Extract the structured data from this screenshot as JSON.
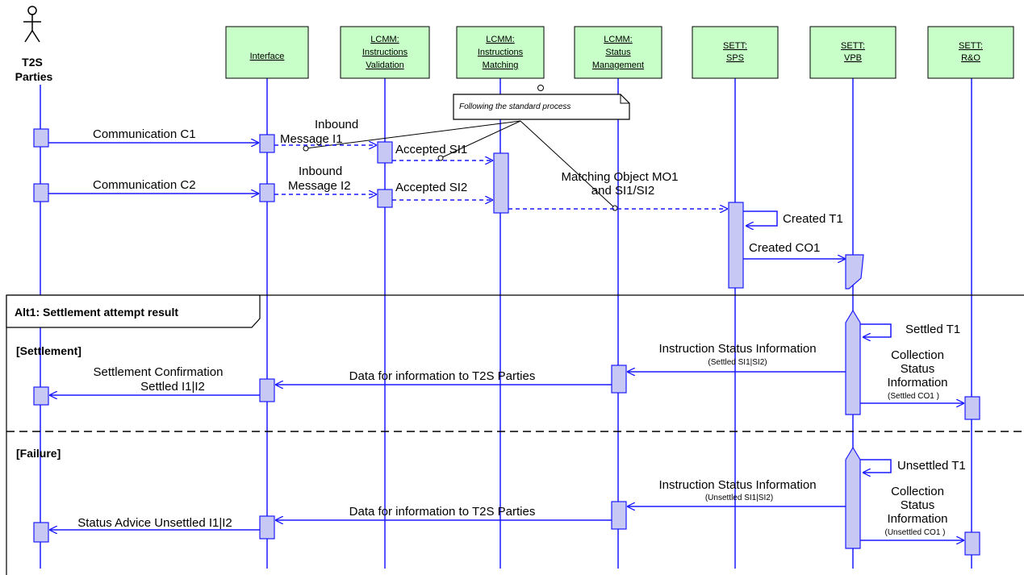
{
  "actor": {
    "line1": "T2S",
    "line2": "Parties"
  },
  "participants": [
    {
      "lines": [
        "Interface"
      ]
    },
    {
      "lines": [
        "LCMM:",
        "Instructions",
        "Validation"
      ]
    },
    {
      "lines": [
        "LCMM:",
        "Instructions",
        "Matching"
      ]
    },
    {
      "lines": [
        "LCMM:",
        "Status",
        "Management"
      ]
    },
    {
      "lines": [
        "SETT:",
        "SPS"
      ]
    },
    {
      "lines": [
        "SETT:",
        "VPB"
      ]
    },
    {
      "lines": [
        "SETT:",
        "R&O"
      ]
    }
  ],
  "note": "Following the standard process",
  "messages": {
    "c1": "Communication C1",
    "c2": "Communication C2",
    "inbound1": [
      "Inbound",
      "Message I1"
    ],
    "inbound2": [
      "Inbound",
      "Message I2"
    ],
    "accepted1": "Accepted SI1",
    "accepted2": "Accepted SI2",
    "matching": [
      "Matching Object MO1",
      "and SI1/SI2"
    ],
    "created_t1": "Created T1",
    "created_co1": "Created CO1"
  },
  "alt": {
    "title": "Alt1: Settlement attempt result",
    "settlement": {
      "guard": "[Settlement]",
      "settled_t1": "Settled T1",
      "isi": "Instruction Status Information",
      "isi_sub": "(Settled SI1|SI2)",
      "collection": [
        "Collection",
        "Status",
        "Information"
      ],
      "collection_sub": "(Settled CO1 )",
      "data_info": "Data for information to T2S Parties",
      "confirmation": [
        "Settlement Confirmation",
        "Settled I1|I2"
      ]
    },
    "failure": {
      "guard": "[Failure]",
      "unsettled_t1": "Unsettled T1",
      "isi": "Instruction Status Information",
      "isi_sub": "(Unsettled SI1|SI2)",
      "collection": [
        "Collection",
        "Status",
        "Information"
      ],
      "collection_sub": "(Unsettled CO1 )",
      "data_info": "Data for information to T2S Parties",
      "advice": "Status Advice Unsettled I1|I2"
    }
  },
  "colors": {
    "line": "#1a1aff",
    "header_fill": "#c8ffc8",
    "activation_fill": "#c8c8f5",
    "border": "#000000"
  }
}
